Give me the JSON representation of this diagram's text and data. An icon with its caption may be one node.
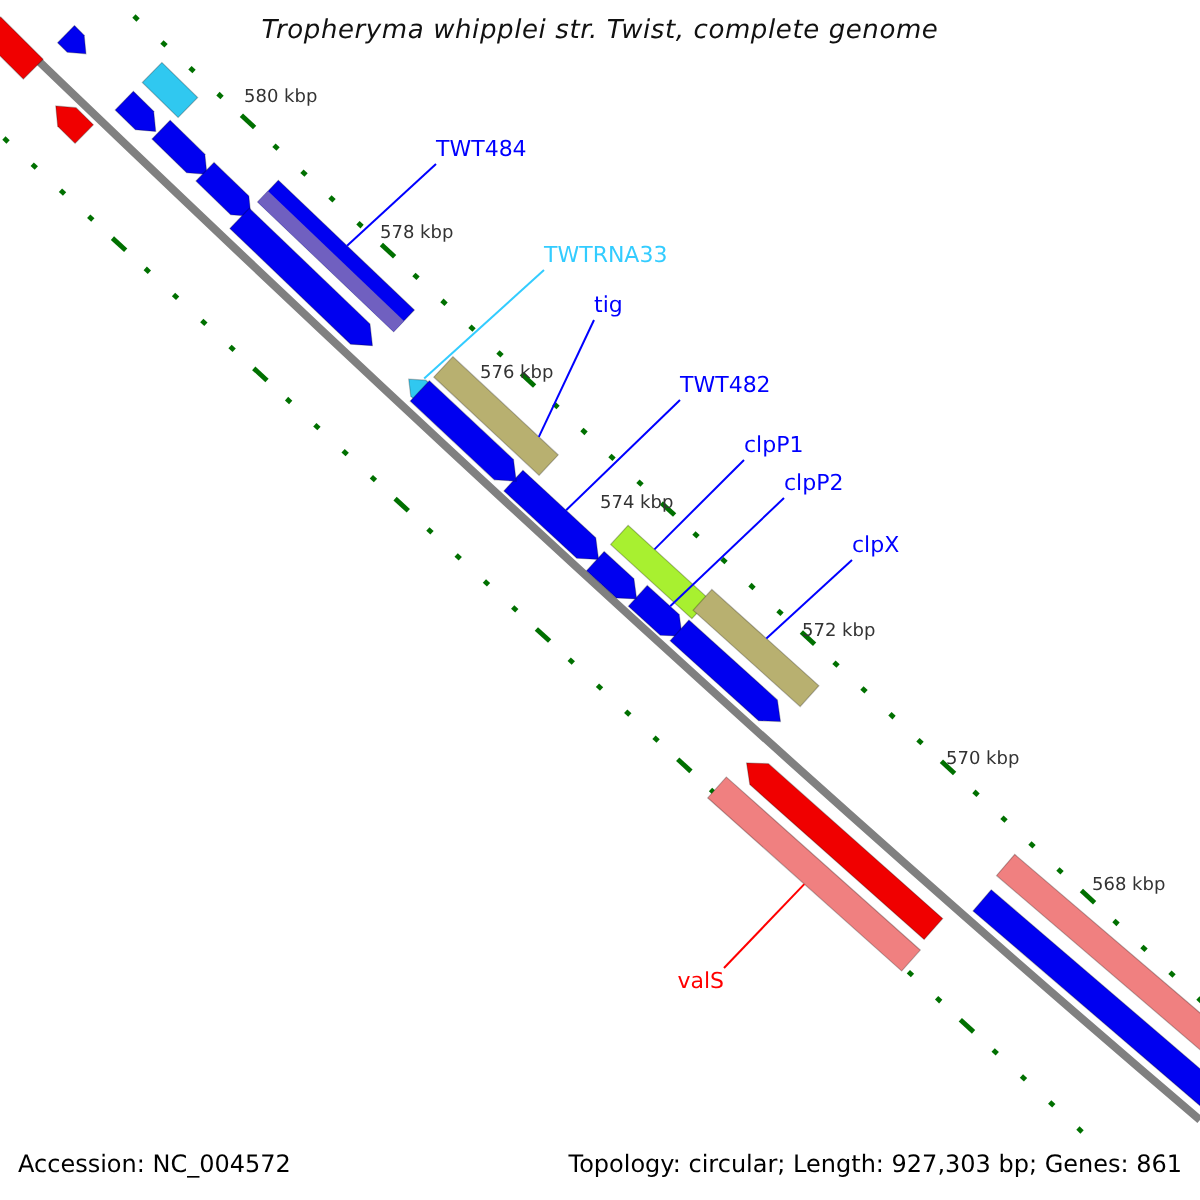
{
  "diagram": {
    "title": "Tropheryma whipplei str. Twist, complete genome",
    "nodes": [
      {
        "text": [
          "TWT484"
        ]
      },
      {
        "text": [],
        "shape": "bar"
      },
      {
        "text": [
          "TWTRNA33"
        ]
      },
      {
        "text": [],
        "shape": "bar"
      },
      {
        "text": [
          "tig"
        ]
      },
      {
        "text": [],
        "shape": "bar"
      },
      {
        "text": [
          "TWT482"
        ]
      },
      {
        "text": [],
        "shape": "bar"
      },
      {
        "text": [
          "clpP1"
        ]
      },
      {
        "text": [],
        "shape": "bar"
      },
      {
        "text": [
          "clpP2"
        ]
      },
      {
        "text": [],
        "shape": "bar"
      },
      {
        "text": [
          "clpX"
        ]
      },
      {
        "text": [],
        "shape": "bar"
      },
      {
        "text": [
          "valS"
        ]
      },
      {
        "text": [],
        "shape": "bar"
      },
      {
        "text": [],
        "shape": "bar"
      },
      {
        "text": [],
        "shape": "bar"
      },
      {
        "text": [],
        "shape": "bar"
      },
      {
        "text": [],
        "shape": "bar"
      },
      {
        "text": [],
        "shape": "bar"
      },
      {
        "text": [],
        "shape": "bar"
      },
      {
        "text": [],
        "shape": "bar"
      },
      {
        "text": [],
        "shape": "bar"
      },
      {
        "text": [],
        "shape": "bar"
      },
      {
        "text": [],
        "shape": "bar"
      },
      {
        "text": [],
        "shape": "bar"
      },
      {
        "text": [],
        "shape": "bar"
      },
      {
        "text": [],
        "shape": "bar"
      },
      {
        "text": [],
        "shape": "bar"
      }
    ],
    "edges": [
      {
        "from": 0,
        "to": 1,
        "arrow": "none"
      },
      {
        "from": 2,
        "to": 3,
        "arrow": "none",
        "color": "#33ccff"
      },
      {
        "from": 4,
        "to": 5,
        "arrow": "none"
      },
      {
        "from": 6,
        "to": 7,
        "arrow": "none"
      },
      {
        "from": 8,
        "to": 9,
        "arrow": "none"
      },
      {
        "from": 10,
        "to": 11,
        "arrow": "none"
      },
      {
        "from": 12,
        "to": 13,
        "arrow": "none"
      },
      {
        "from": 14,
        "to": 15,
        "arrow": "none",
        "color": "#ff0000"
      }
    ],
    "labels": [
      "580 kbp",
      "578 kbp",
      "576 kbp",
      "574 kbp",
      "572 kbp",
      "570 kbp",
      "568 kbp",
      "Accession: NC_004572",
      "Topology: circular; Length: 927,303 bp; Genes: 861"
    ]
  }
}
